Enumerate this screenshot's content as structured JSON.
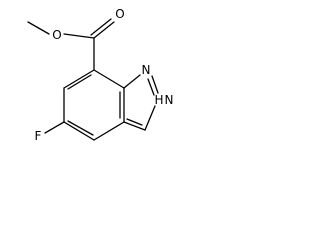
{
  "atoms": {
    "carbonyl_oxygen": "O",
    "ester_oxygen": "O",
    "ring_nitrogen_1": "N",
    "ring_nitrogen_2": "N",
    "ring_nh_hydrogen": "H",
    "fluorine": "F"
  },
  "colors": {
    "bond": "#000000",
    "label": "#000000",
    "background": "#ffffff"
  }
}
